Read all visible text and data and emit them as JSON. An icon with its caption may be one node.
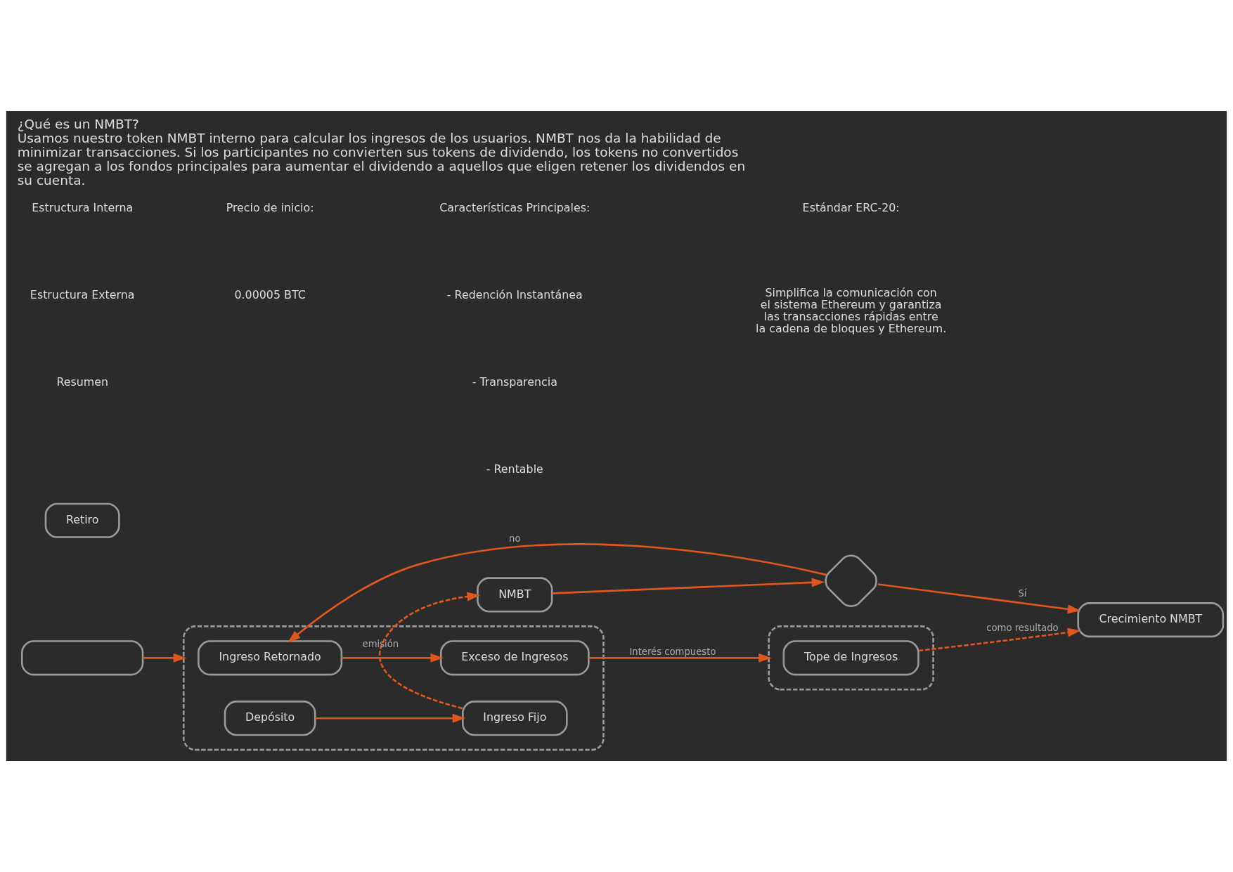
{
  "diagram": {
    "title": "¿Qué es un NMBT?",
    "caption": "Usamos nuestro token NMBT interno para calcular los ingresos de los usuarios. NMBT nos da la habilidad de minimizar transacciones. Si los participantes no convierten sus tokens de dividendo, los tokens no convertidos se agregan a los fondos principales para aumentar el dividendo a aquellos que eligen retener los dividendos en su cuenta.",
    "nodes": [
      {
        "text": [],
        "shape": "box"
      },
      {
        "text": [
          "Ingreso Retornado"
        ],
        "in": 0
      },
      {
        "text": [
          "Depósito"
        ],
        "in": 0
      },
      {
        "text": [
          "Exceso de Ingresos"
        ],
        "in": 0
      },
      {
        "text": [
          "Ingreso Fijo"
        ],
        "in": 0
      },
      {
        "text": [],
        "shape": "box"
      },
      {
        "text": [],
        "shape": "box"
      },
      {
        "text": [
          "Tope de Ingresos"
        ],
        "in": 6
      },
      {
        "text": [
          "NMBT"
        ]
      },
      {
        "text": [],
        "shape": "diamond"
      },
      {
        "text": [
          "Crecimiento NMBT"
        ]
      },
      {
        "text": [
          "Retiro"
        ]
      }
    ],
    "edges": [
      {
        "from": 5,
        "to": 0,
        "arrow": "to"
      },
      {
        "from": 1,
        "to": 3,
        "arrow": "to"
      },
      {
        "from": 2,
        "to": 4,
        "arrow": "to"
      },
      {
        "from": 3,
        "to": 6,
        "arrow": "to",
        "label": "Interés compuesto"
      },
      {
        "from": 4,
        "to": 8,
        "arrow": "to",
        "label": "emisión",
        "style": "dashed"
      },
      {
        "from": 7,
        "to": 10,
        "arrow": "to",
        "label": "como resultado",
        "style": "dashed"
      },
      {
        "from": 8,
        "to": 9,
        "arrow": "to"
      },
      {
        "from": 9,
        "to": 10,
        "arrow": "to",
        "label": "Sí"
      },
      {
        "from": 9,
        "to": 1,
        "arrow": "to",
        "label": "no"
      }
    ],
    "labels": [
      "Estructura Interna",
      "Estructura Externa",
      "Resumen",
      "Precio de inicio:",
      "0.00005 BTC",
      "Características Principales:",
      "- Redención Instantánea",
      "- Transparencia",
      "- Rentable",
      "Estándar ERC-20:",
      "Simplifica la comunicación con el sistema Ethereum y garantiza las transacciones rápidas entre la cadena de bloques y Ethereum."
    ]
  }
}
